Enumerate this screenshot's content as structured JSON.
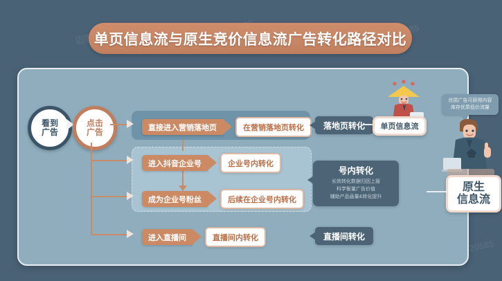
{
  "page": {
    "background_color": "#4a6275",
    "watermark_text": "迈客 20585"
  },
  "title": {
    "text": "单页信息流与原生竞价信息流广告转化路径对比",
    "pill_color": "#c78560"
  },
  "start_nodes": [
    {
      "label_line1": "看到",
      "label_line2": "广告",
      "ring_color": "#3b5467",
      "name": "see-ad"
    },
    {
      "label_line1": "点击",
      "label_line2": "广告",
      "ring_color": "#c27e5c",
      "name": "click-ad"
    }
  ],
  "flow_rows": [
    {
      "action": "直接进入营销落地页",
      "result": "在营销落地页转化"
    },
    {
      "action": "进入抖音企业号",
      "result": "企业号内转化"
    },
    {
      "action": "成为企业号粉丝",
      "result": "后续在企业号内转化"
    },
    {
      "action": "进入直播间",
      "result": "直播间内转化"
    }
  ],
  "banners": {
    "landing": "落地页转化",
    "live": "直播间转化"
  },
  "cluster": {
    "title": "号内转化",
    "sub_lines": [
      "长效转化数据归因上报",
      "科学衡量广告价值",
      "辅助产品画量&转化提升"
    ]
  },
  "labels": {
    "single_page": "单页信息流",
    "native_line1": "原生",
    "native_line2": "信息流"
  },
  "speech_bubble": {
    "line1": "优质广告可获得内容",
    "line2": "库存优质低价流量"
  }
}
